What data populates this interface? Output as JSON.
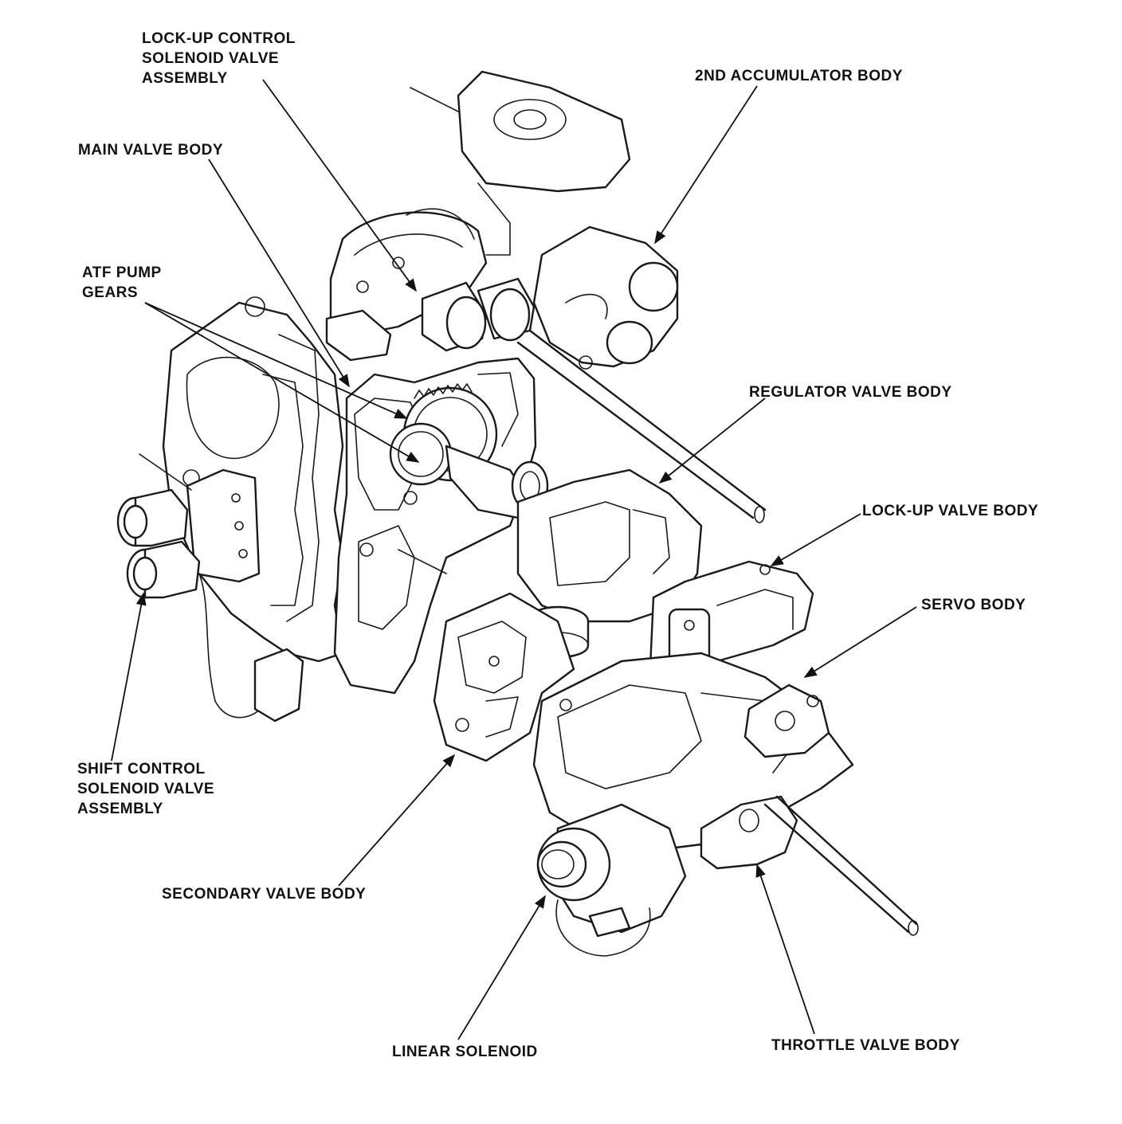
{
  "labels": {
    "lockup_solenoid": [
      "LOCK-UP CONTROL",
      "SOLENOID VALVE",
      "ASSEMBLY"
    ],
    "accumulator_2nd": [
      "2ND ACCUMULATOR BODY"
    ],
    "main_valve": [
      "MAIN VALVE BODY"
    ],
    "atf_pump": [
      "ATF PUMP",
      "GEARS"
    ],
    "regulator_valve": [
      "REGULATOR VALVE BODY"
    ],
    "lockup_valve": [
      "LOCK-UP VALVE BODY"
    ],
    "servo": [
      "SERVO BODY"
    ],
    "shift_solenoid": [
      "SHIFT CONTROL",
      "SOLENOID VALVE",
      "ASSEMBLY"
    ],
    "secondary_valve": [
      "SECONDARY VALVE BODY"
    ],
    "linear_solenoid": [
      "LINEAR SOLENOID"
    ],
    "throttle_valve": [
      "THROTTLE VALVE BODY"
    ]
  },
  "colors": {
    "ink": "#1a1a1a",
    "paper": "#ffffff"
  }
}
